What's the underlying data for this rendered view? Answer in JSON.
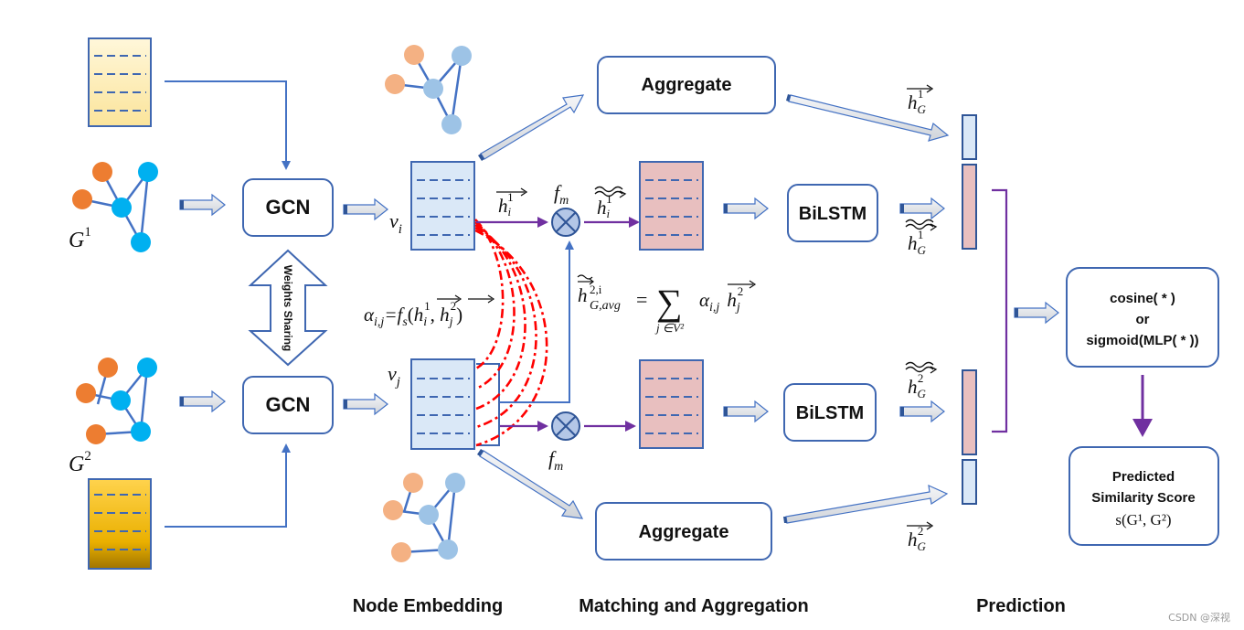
{
  "labels": {
    "gcn": "GCN",
    "weights_sharing": "Weights Sharing",
    "aggregate": "Aggregate",
    "bilstm": "BiLSTM",
    "cosine_line1": "cosine( * )",
    "cosine_line2": "or",
    "cosine_line3": "sigmoid(MLP( * ))",
    "predicted_line1": "Predicted",
    "predicted_line2": "Similarity Score",
    "predicted_line3": "s(G¹, G²)"
  },
  "math": {
    "G": "G",
    "sup1": "1",
    "sup2": "2",
    "v": "v",
    "i": "i",
    "j": "j",
    "h": "h",
    "f": "f",
    "m": "m",
    "alpha_formula": "α",
    "alpha_sub": "i,j",
    "alpha_eq": "=f",
    "alpha_s": "s",
    "sum_symbol": "∑",
    "sum_sub": "j ∈V²",
    "avg_sub": "G,avg",
    "avg_sup": "2,i",
    "equals": "=",
    "sub_G": "G"
  },
  "sections": {
    "node_embedding": "Node Embedding",
    "matching": "Matching and Aggregation",
    "prediction": "Prediction"
  },
  "watermark": "CSDN @深视",
  "colors": {
    "box_stroke": "#3f67b1",
    "arrow_blue": "#4472c4",
    "arrow_purple": "#7030a0",
    "dash_red": "#ff0000",
    "node_orange": "#ed7d31",
    "node_blue": "#00b0f0",
    "node_light_orange": "#f4b183",
    "node_light_blue": "#9dc3e6",
    "matrix_blue": "#dae8f7",
    "matrix_pink": "#e8bfbf",
    "matrix_yellow_light": "#fde9a9",
    "matrix_gold": "#f5b800"
  }
}
